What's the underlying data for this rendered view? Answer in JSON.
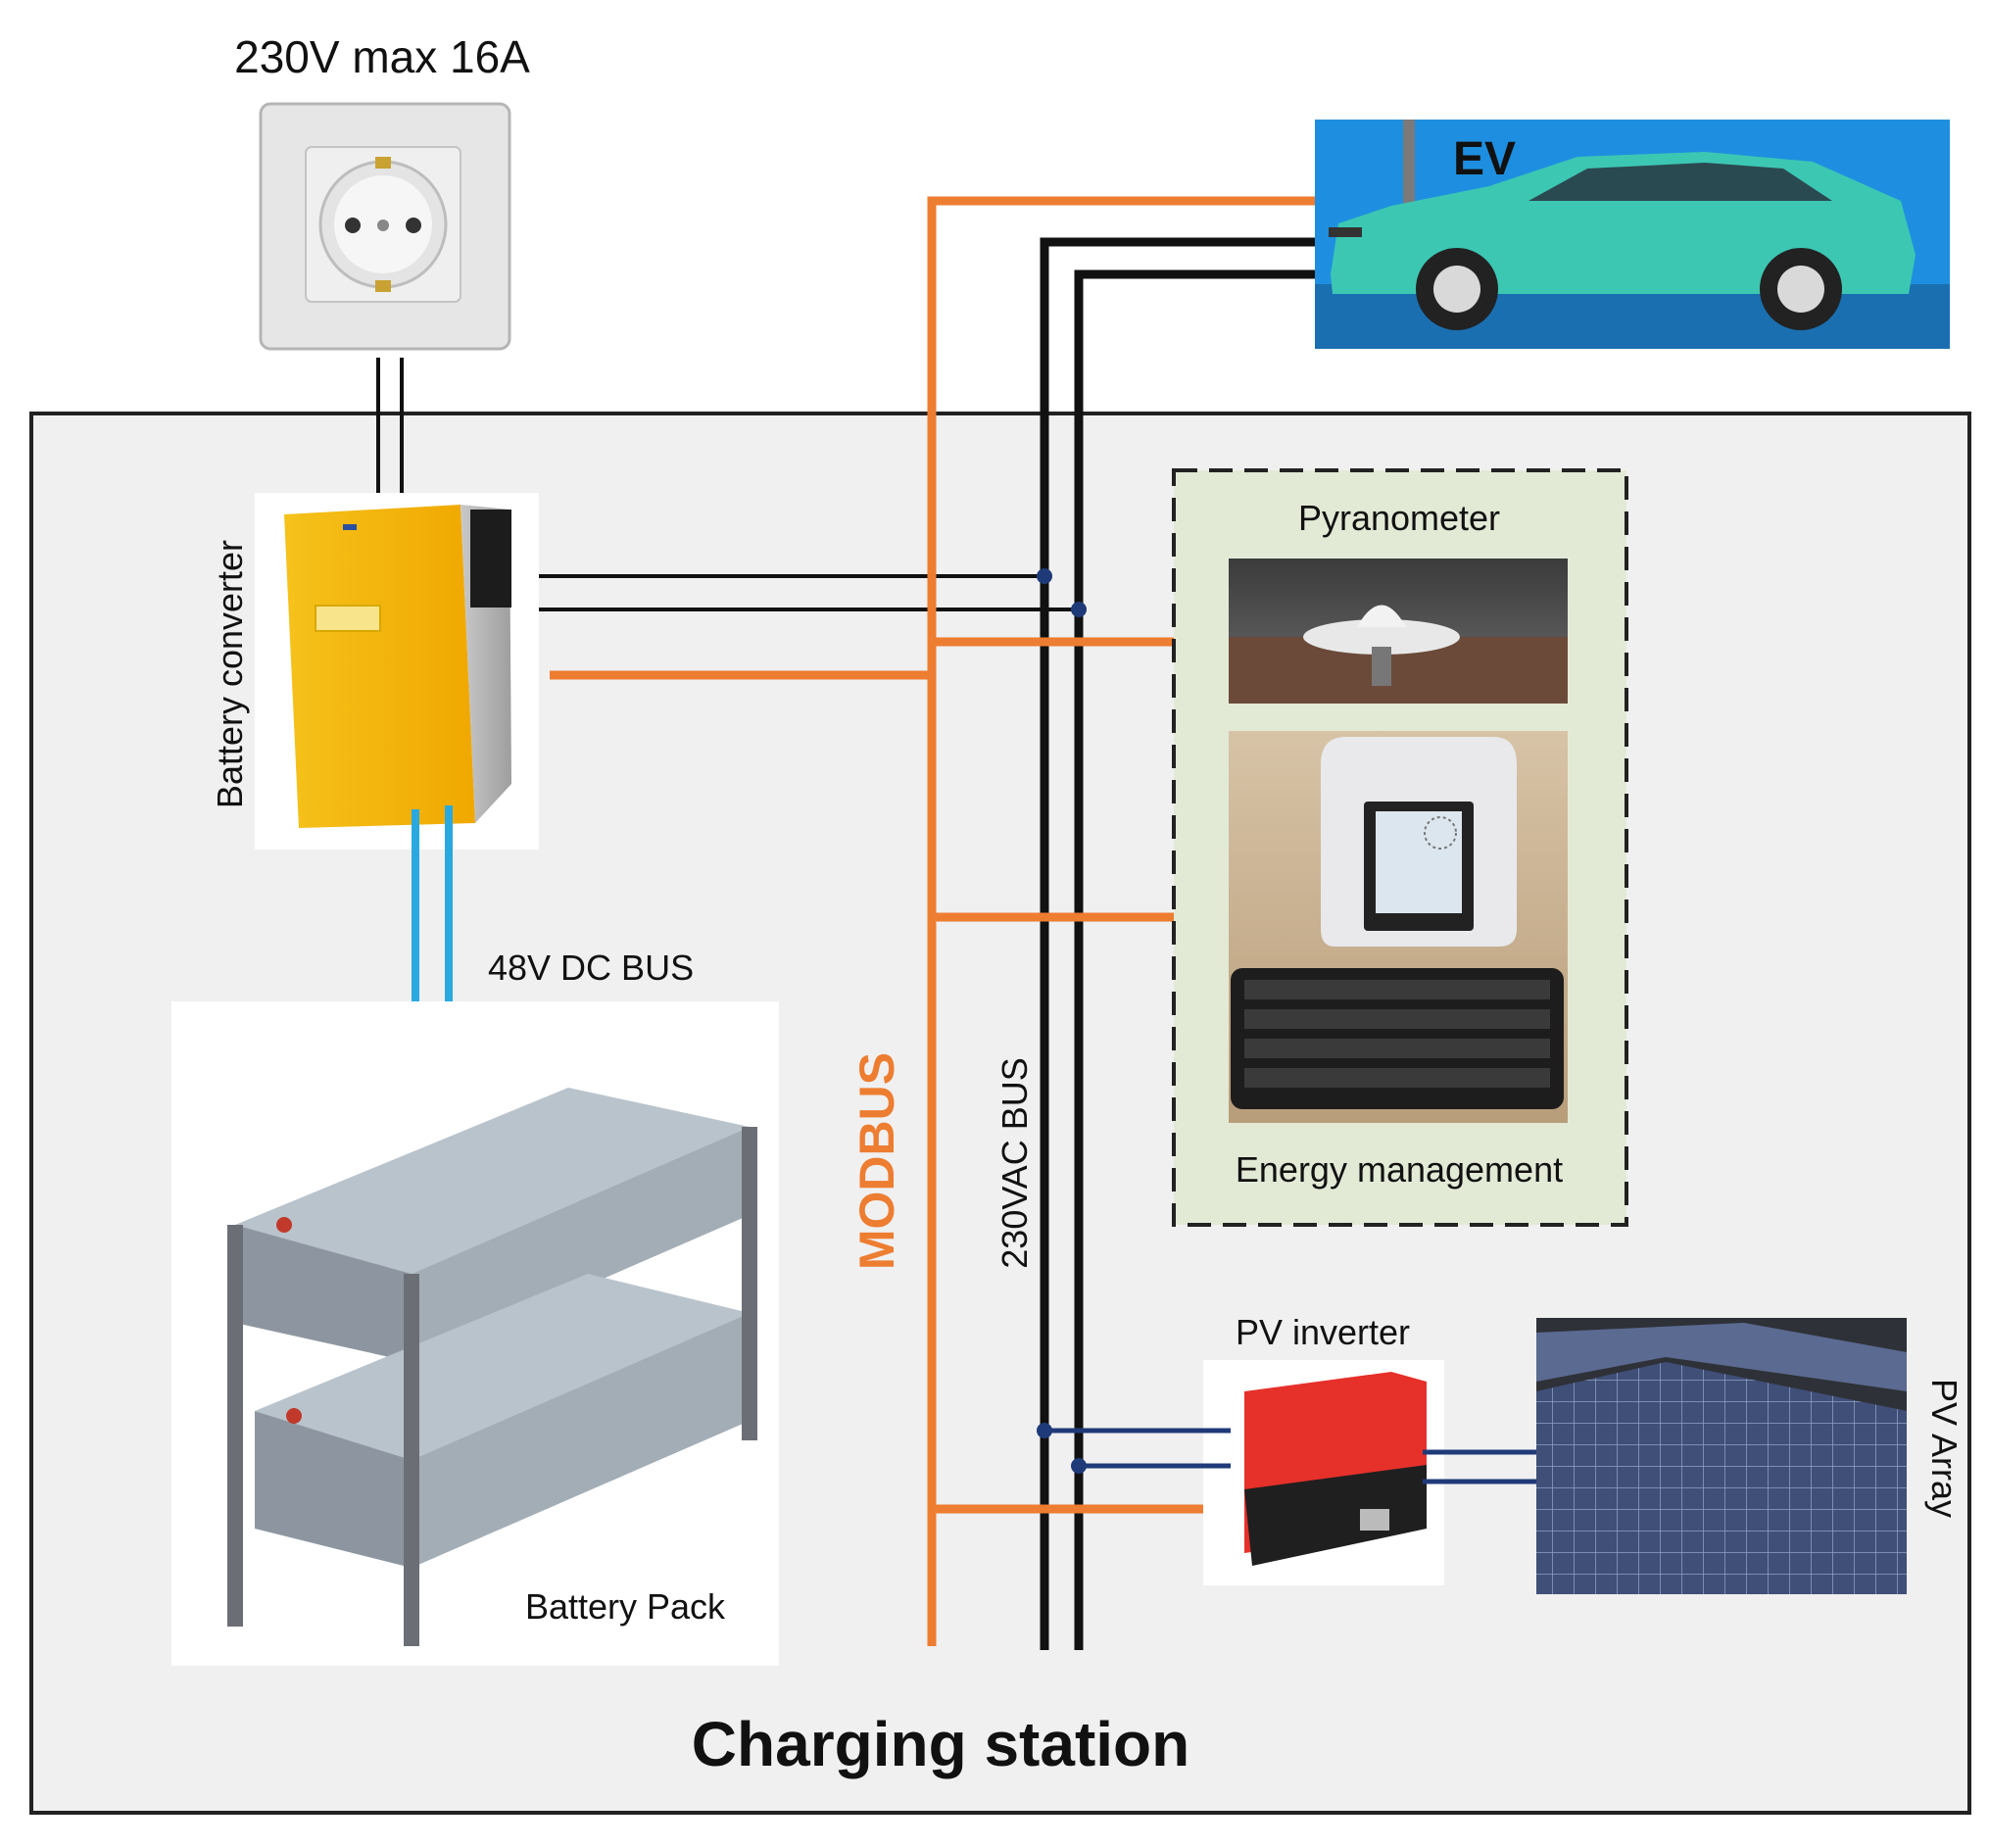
{
  "labels": {
    "grid": "230V max 16A",
    "ev": "EV",
    "battery_converter": "Battery converter",
    "dc_bus": "48V DC BUS",
    "battery_pack": "Battery Pack",
    "modbus": "MODBUS",
    "ac_bus": "230VAC BUS",
    "pyranometer": "Pyranometer",
    "energy_management": "Energy management",
    "pv_inverter": "PV inverter",
    "pv_array": "PV Array",
    "station": "Charging station"
  },
  "colors": {
    "modbus": "#ed7d31",
    "ac_bus": "#111111",
    "dc_bus": "#29a9e0",
    "pv_link": "#1f3a78",
    "station_fill": "#f0f0f0",
    "em_fill": "#e2ead6"
  }
}
